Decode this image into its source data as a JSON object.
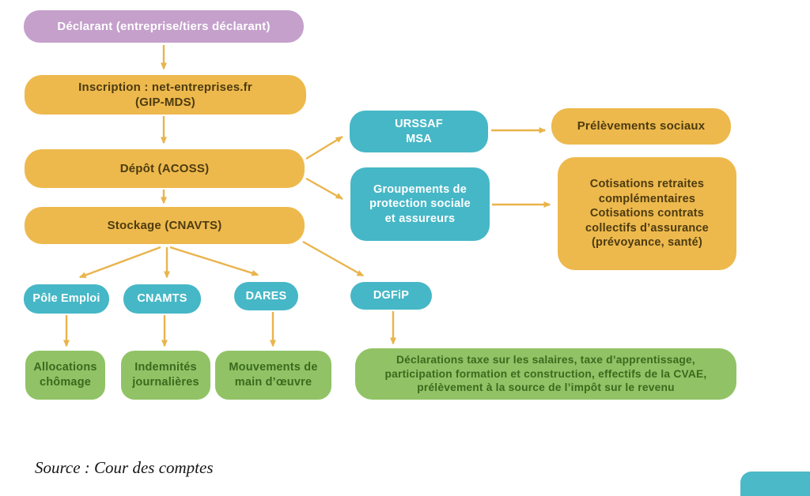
{
  "diagram": {
    "nodes": {
      "declarant": "Déclarant (entreprise/tiers déclarant)",
      "inscription": "Inscription : net-entreprises.fr\n(GIP-MDS)",
      "depot": "Dépôt (ACOSS)",
      "stockage": "Stockage (CNAVTS)",
      "urssaf": "URSSAF\nMSA",
      "prelevements": "Prélèvements sociaux",
      "groupements": "Groupements de\nprotection sociale\net assureurs",
      "cotisations": "Cotisations retraites\ncomplémentaires\nCotisations contrats\ncollectifs d’assurance\n(prévoyance, santé)",
      "pole_emploi": "Pôle Emploi",
      "cnamts": "CNAMTS",
      "dares": "DARES",
      "dgfip": "DGFiP",
      "allocations": "Allocations\nchômage",
      "indemnites": "Indemnités\njournalières",
      "mouvements": "Mouvements de\nmain d’œuvre",
      "declarations": "Déclarations taxe sur les salaires, taxe d’apprentissage,\nparticipation formation et construction, effectifs de la CVAE,\nprélèvement à la source de l’impôt sur le revenu"
    },
    "colors": {
      "purple_box": "#c4a0cb",
      "yellow_box": "#edb94d",
      "teal_box": "#46b7c6",
      "green_box": "#91c366",
      "arrow": "#e9b44c",
      "yellow_box_text": "#4d3b10",
      "green_box_text": "#3a6a1d",
      "white_text": "#ffffff"
    },
    "source_note": "Source : Cour des comptes"
  }
}
